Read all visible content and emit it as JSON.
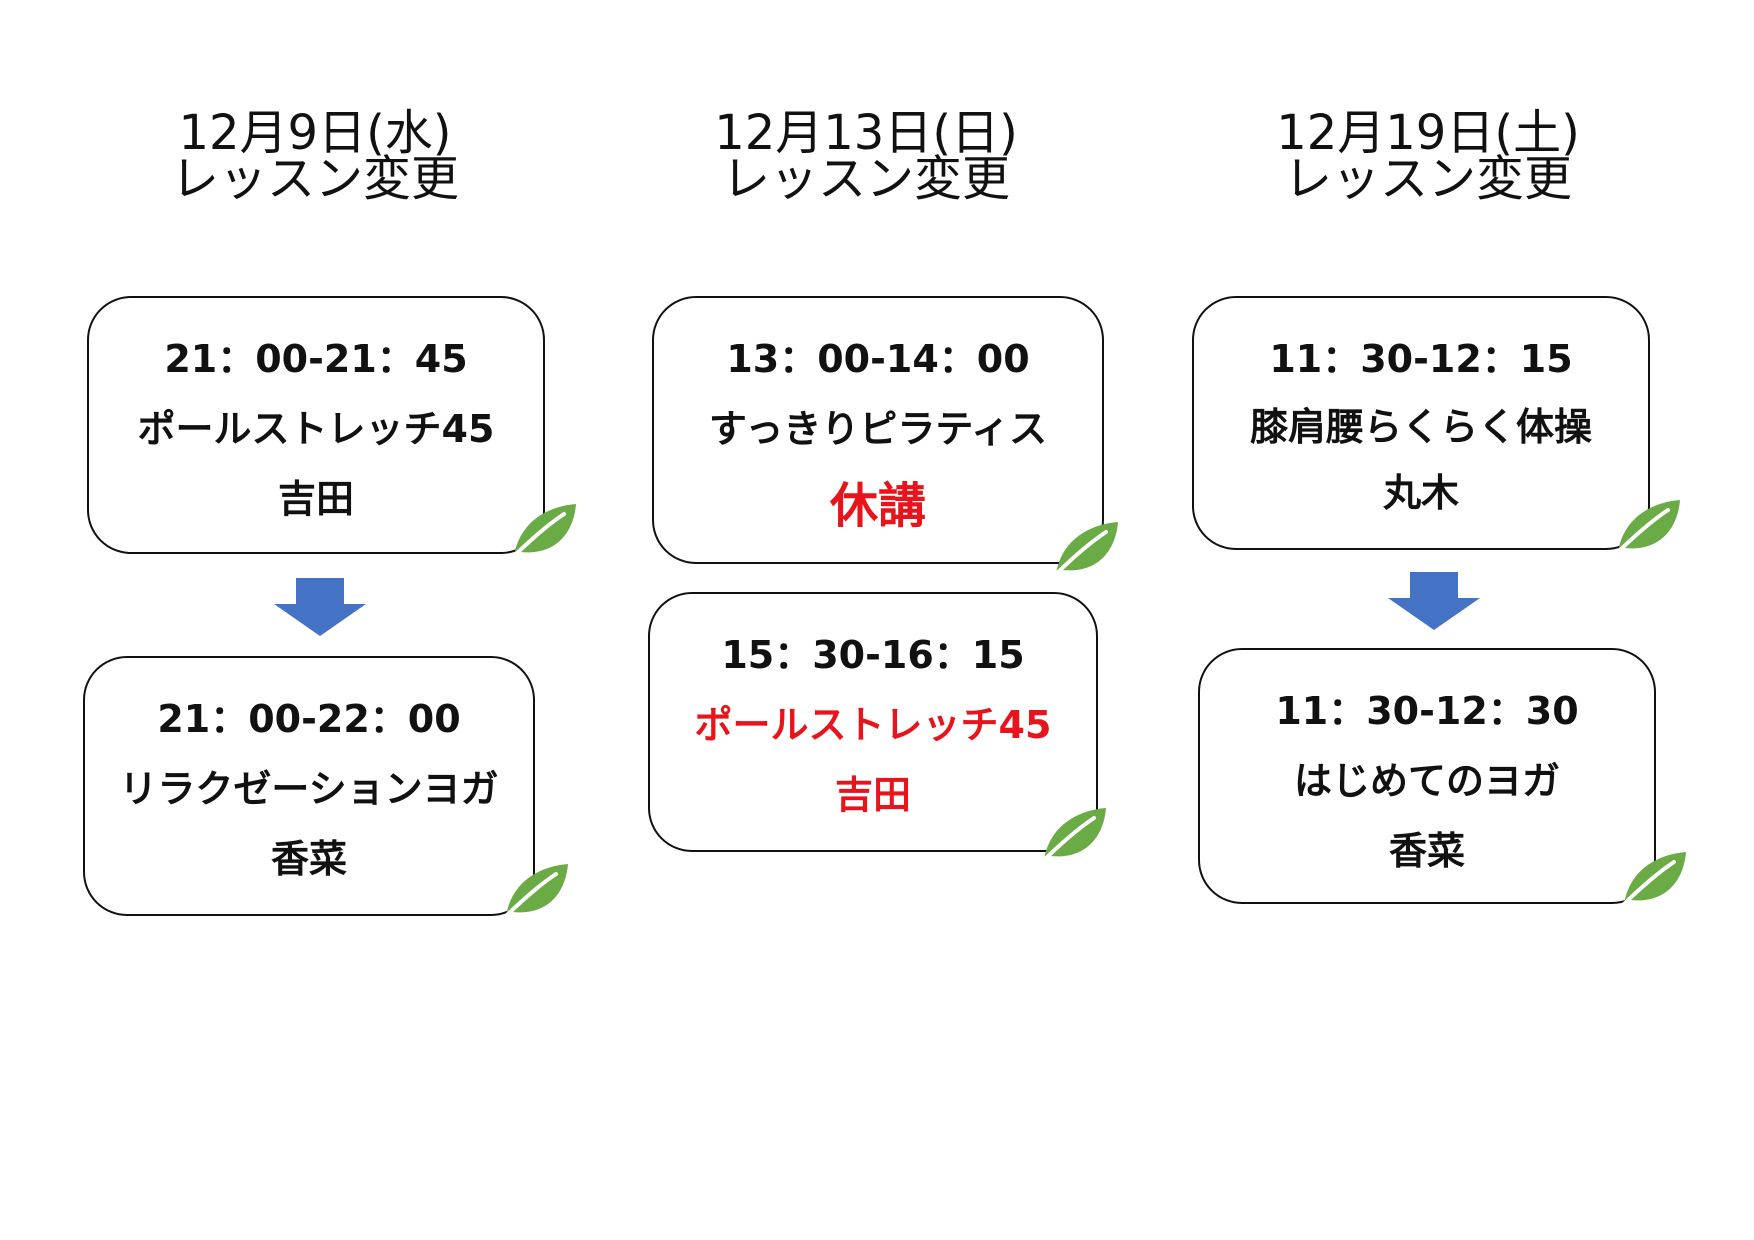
{
  "columns": [
    {
      "header_date": "12月9日(水)",
      "header_sub": "レッスン変更",
      "before": {
        "time": "21：00-21：45",
        "lesson": "ポールストレッチ45",
        "teacher": "吉田"
      },
      "after": {
        "time": "21：00-22：00",
        "lesson": "リラクゼーションヨガ",
        "teacher": "香菜"
      }
    },
    {
      "header_date": "12月13日(日)",
      "header_sub": "レッスン変更",
      "before": {
        "time": "13：00-14：00",
        "lesson": "すっきりピラティス",
        "status": "休講"
      },
      "after": {
        "time": "15：30-16：15",
        "lesson": "ポールストレッチ45",
        "teacher": "吉田"
      }
    },
    {
      "header_date": "12月19日(土)",
      "header_sub": "レッスン変更",
      "before": {
        "time": "11：30-12：15",
        "lesson": "膝肩腰らくらく体操",
        "teacher": "丸木"
      },
      "after": {
        "time": "11：30-12：30",
        "lesson": "はじめてのヨガ",
        "teacher": "香菜"
      }
    }
  ],
  "colors": {
    "accent_red": "#e8141c",
    "arrow_blue": "#4472c4",
    "leaf_green": "#6aab46"
  },
  "icons": {
    "leaf": "leaf-icon",
    "arrow": "arrow-down-icon"
  }
}
